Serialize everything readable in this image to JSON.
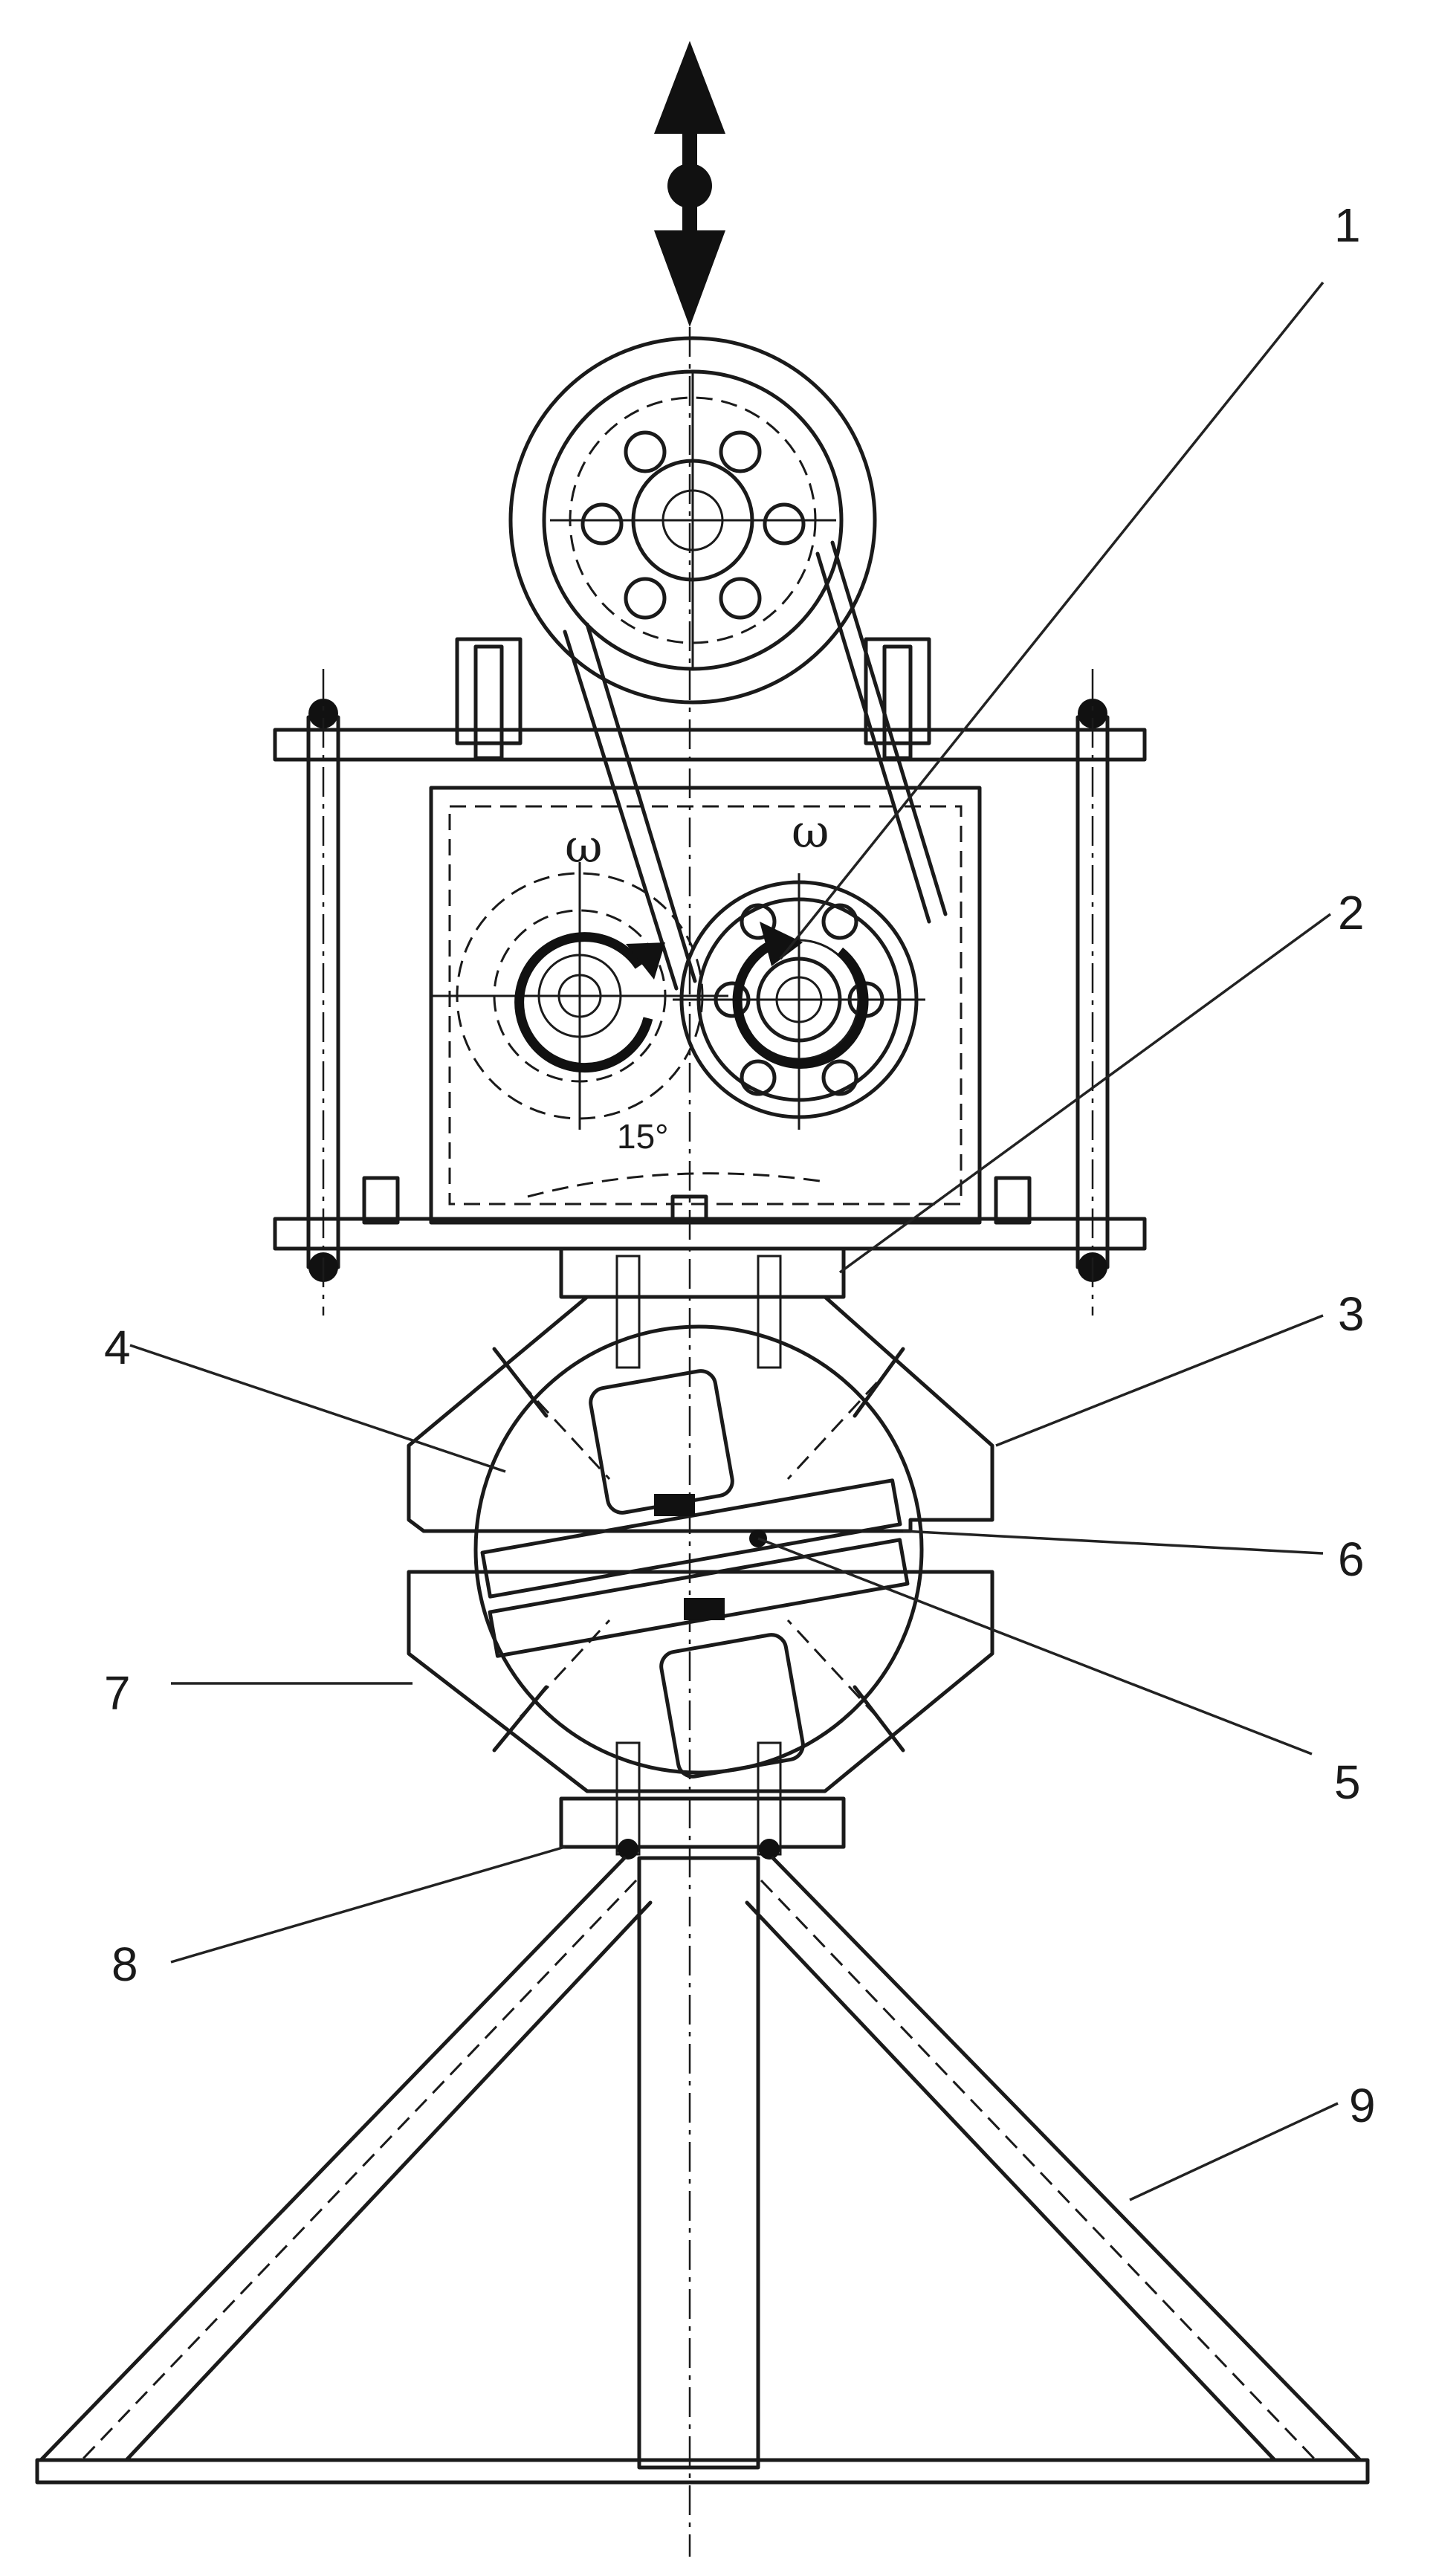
{
  "figure": {
    "callouts": [
      "1",
      "2",
      "3",
      "4",
      "5",
      "6",
      "7",
      "8",
      "9"
    ],
    "omega_left": "ω",
    "omega_right": "ω",
    "angle_label": "15°",
    "vertical_motion_icon": "double-arrow-icon",
    "rotation_icon": "curved-arrow-icon"
  }
}
